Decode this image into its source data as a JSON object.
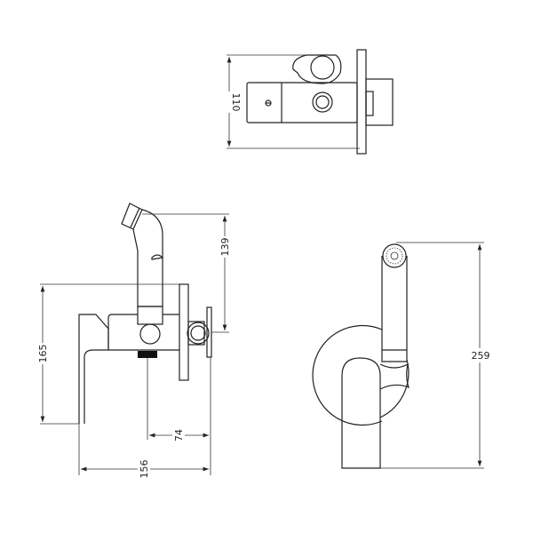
{
  "colors": {
    "line": "#222222",
    "background": "#ffffff",
    "fill_dark": "#111111"
  },
  "views": {
    "top": {
      "dimensions": {
        "height": "110"
      }
    },
    "side": {
      "dimensions": {
        "body_height": "165",
        "shower_rise": "139",
        "outlet_depth": "74",
        "overall_depth": "156"
      }
    },
    "front": {
      "dimensions": {
        "overall_height": "259"
      }
    }
  }
}
